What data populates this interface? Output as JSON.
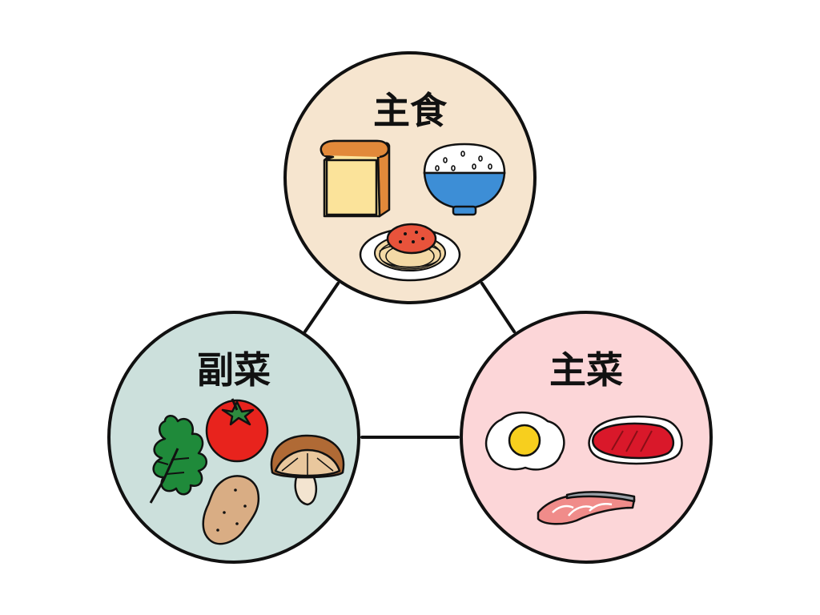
{
  "diagram": {
    "nodes": [
      {
        "id": "staple",
        "label": "主食",
        "fill": "#f6e5cf",
        "icons": [
          "bread-icon",
          "rice-bowl-icon",
          "spaghetti-icon"
        ]
      },
      {
        "id": "side",
        "label": "副菜",
        "fill": "#cce0dc",
        "icons": [
          "leafy-green-icon",
          "tomato-icon",
          "shiitake-mushroom-icon",
          "potato-icon"
        ]
      },
      {
        "id": "main",
        "label": "主菜",
        "fill": "#fcd6d8",
        "icons": [
          "fried-egg-icon",
          "steak-icon",
          "salmon-fillet-icon"
        ]
      }
    ],
    "edges": [
      {
        "from": "staple",
        "to": "side"
      },
      {
        "from": "staple",
        "to": "main"
      },
      {
        "from": "side",
        "to": "main"
      }
    ],
    "colors": {
      "outline": "#111111",
      "connector": "#111111"
    }
  }
}
